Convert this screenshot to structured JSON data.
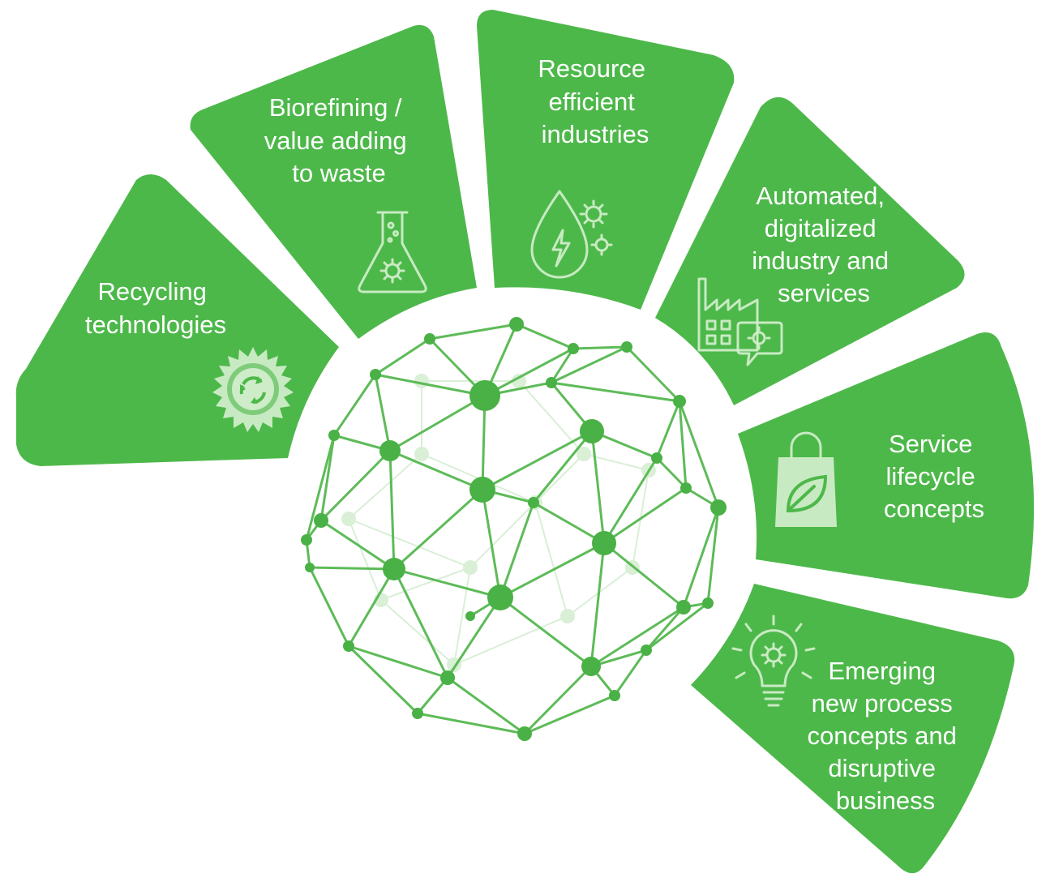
{
  "colors": {
    "segment": "#4db84a",
    "segment_text": "#ffffff",
    "icon": "#d6efcf",
    "globe_line": "#5dbb58",
    "globe_node": "#49b145",
    "globe_faint": "#d9efd6"
  },
  "segments": [
    {
      "id": "recycling",
      "icon": "recycle-sun-icon",
      "lines": [
        "Recycling",
        "technologies"
      ]
    },
    {
      "id": "biorefining",
      "icon": "flask-gear-icon",
      "lines": [
        "Biorefining /",
        "value adding",
        "to waste"
      ]
    },
    {
      "id": "resource",
      "icon": "drop-gears-icon",
      "lines": [
        "Resource",
        "efficient",
        "industries"
      ]
    },
    {
      "id": "automated",
      "icon": "factory-chat-icon",
      "lines": [
        "Automated,",
        "digitalized",
        "industry and",
        "services"
      ]
    },
    {
      "id": "service",
      "icon": "leaf-bag-icon",
      "lines": [
        "Service",
        "lifecycle",
        "concepts"
      ]
    },
    {
      "id": "emerging",
      "icon": "lightbulb-gear-icon",
      "lines": [
        "Emerging",
        "new process",
        "concepts and",
        "disruptive",
        "business"
      ]
    }
  ]
}
